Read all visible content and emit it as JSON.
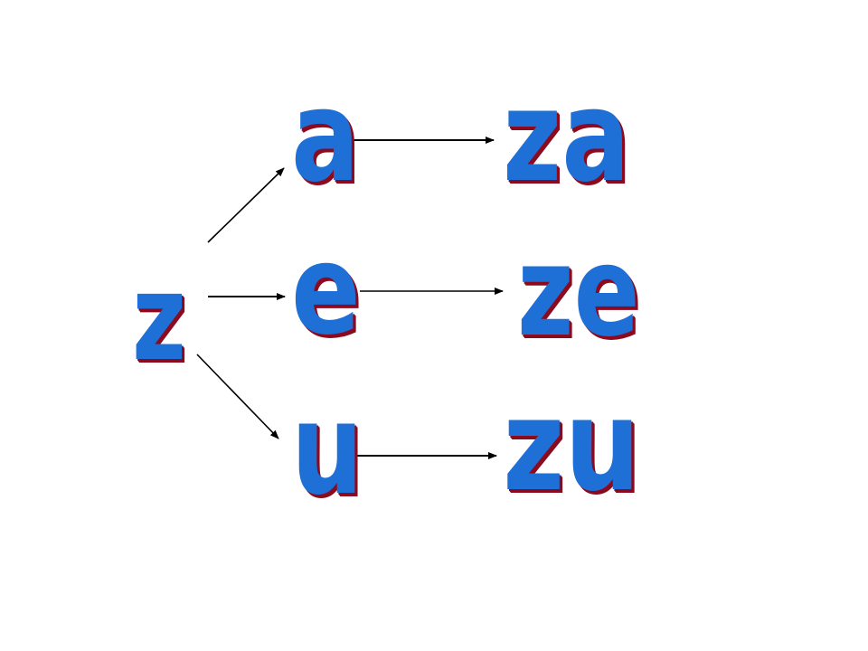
{
  "colors": {
    "letter_fill": "#1e6fd6",
    "letter_outline": "#ffffff",
    "letter_shadow": "#8b0a1e",
    "arrow": "#000000",
    "background": "#ffffff"
  },
  "initial": {
    "text": "z"
  },
  "finals": [
    {
      "text": "a"
    },
    {
      "text": "e"
    },
    {
      "text": "u"
    }
  ],
  "syllables": [
    {
      "text": "za"
    },
    {
      "text": "ze"
    },
    {
      "text": "zu"
    }
  ]
}
